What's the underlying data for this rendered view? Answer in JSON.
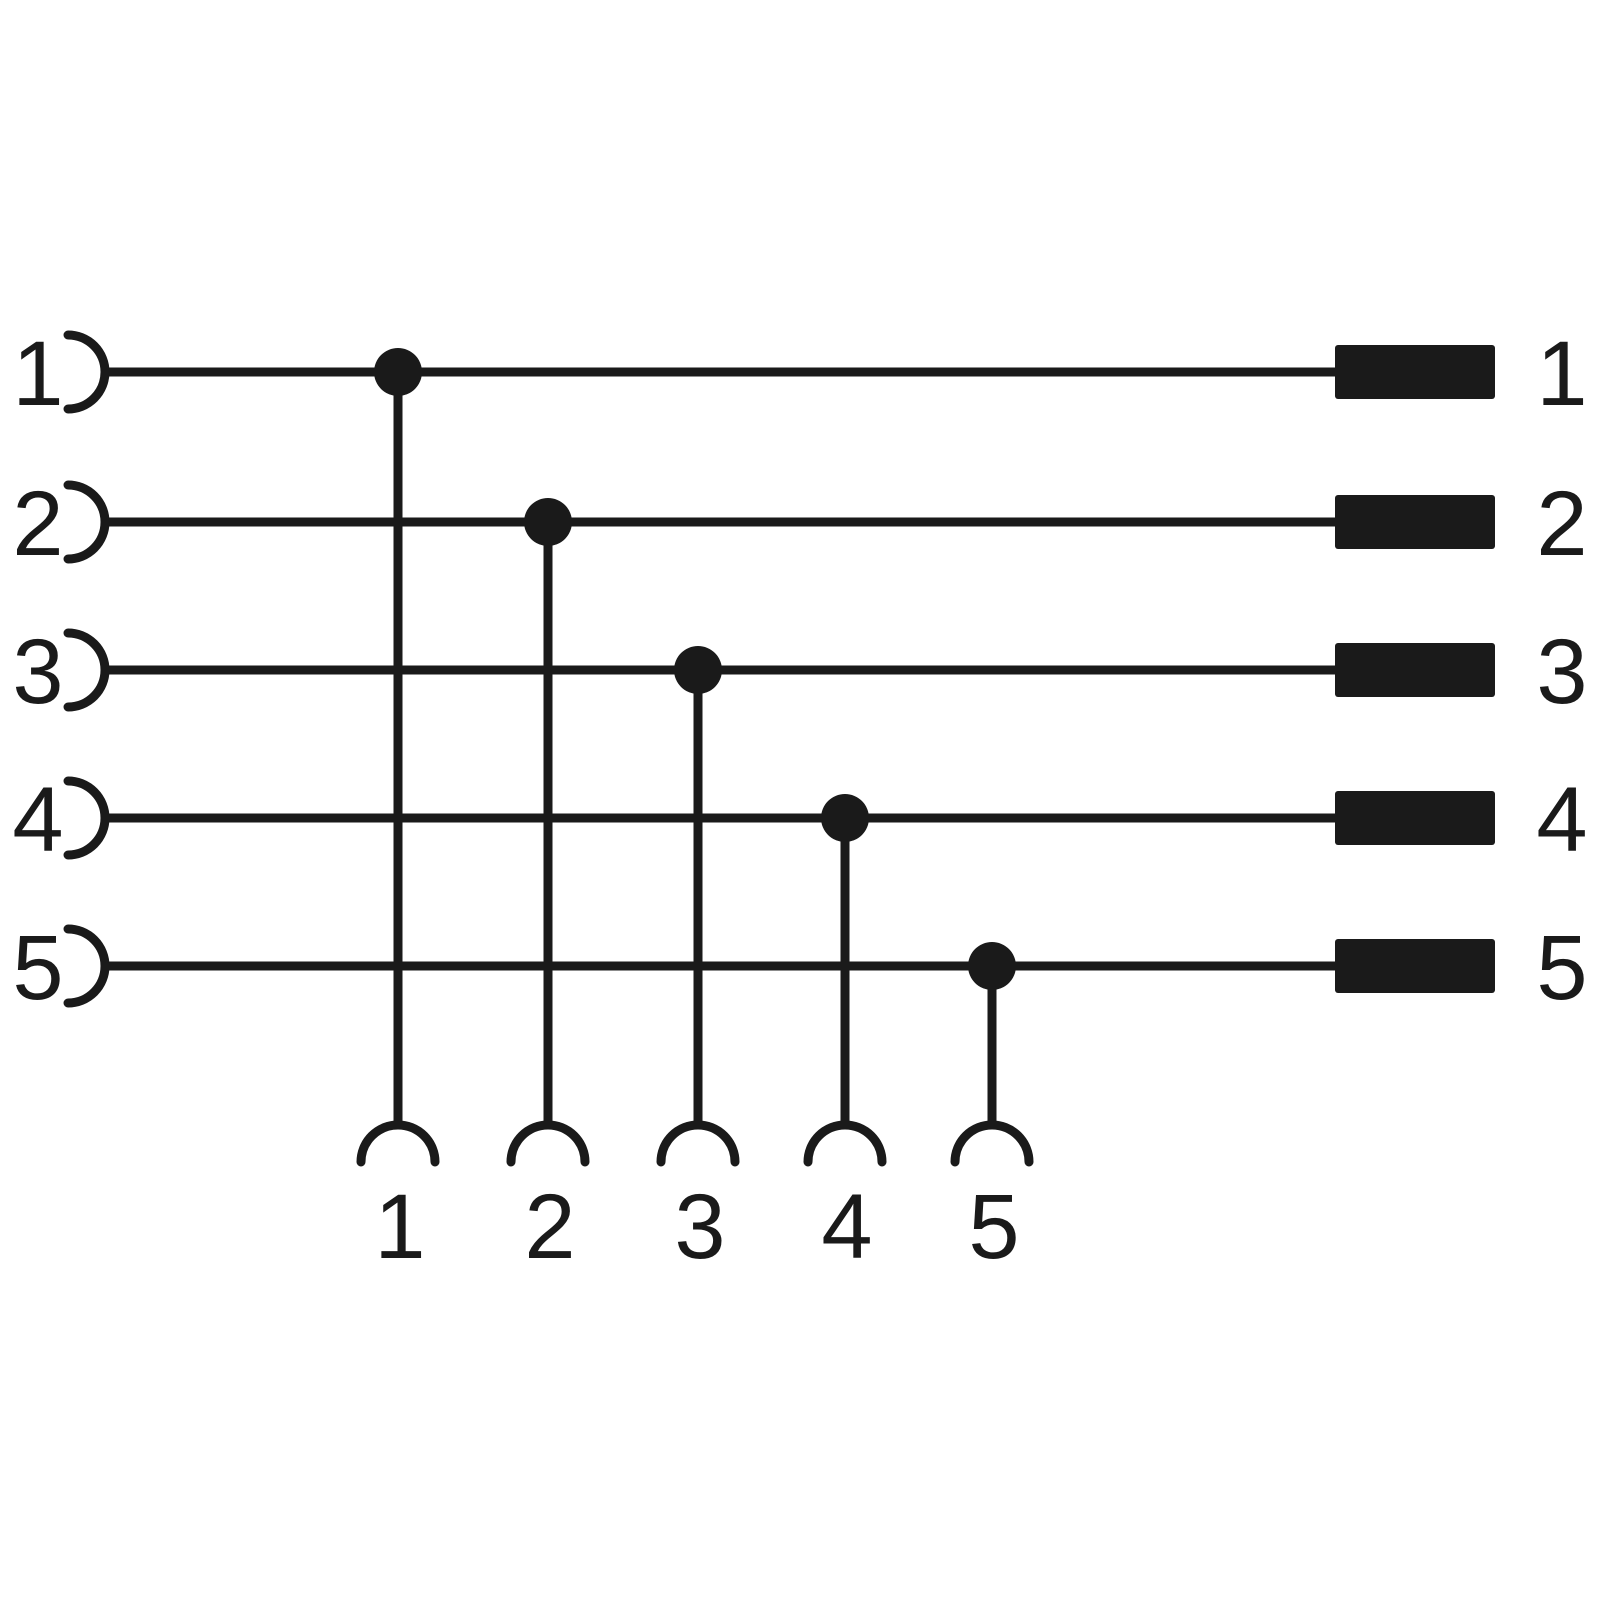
{
  "diagram": {
    "left_pins": [
      "1",
      "2",
      "3",
      "4",
      "5"
    ],
    "right_pins": [
      "1",
      "2",
      "3",
      "4",
      "5"
    ],
    "bottom_pins": [
      "1",
      "2",
      "3",
      "4",
      "5"
    ],
    "line_color": "#1a1a1a",
    "background": "#ffffff"
  }
}
